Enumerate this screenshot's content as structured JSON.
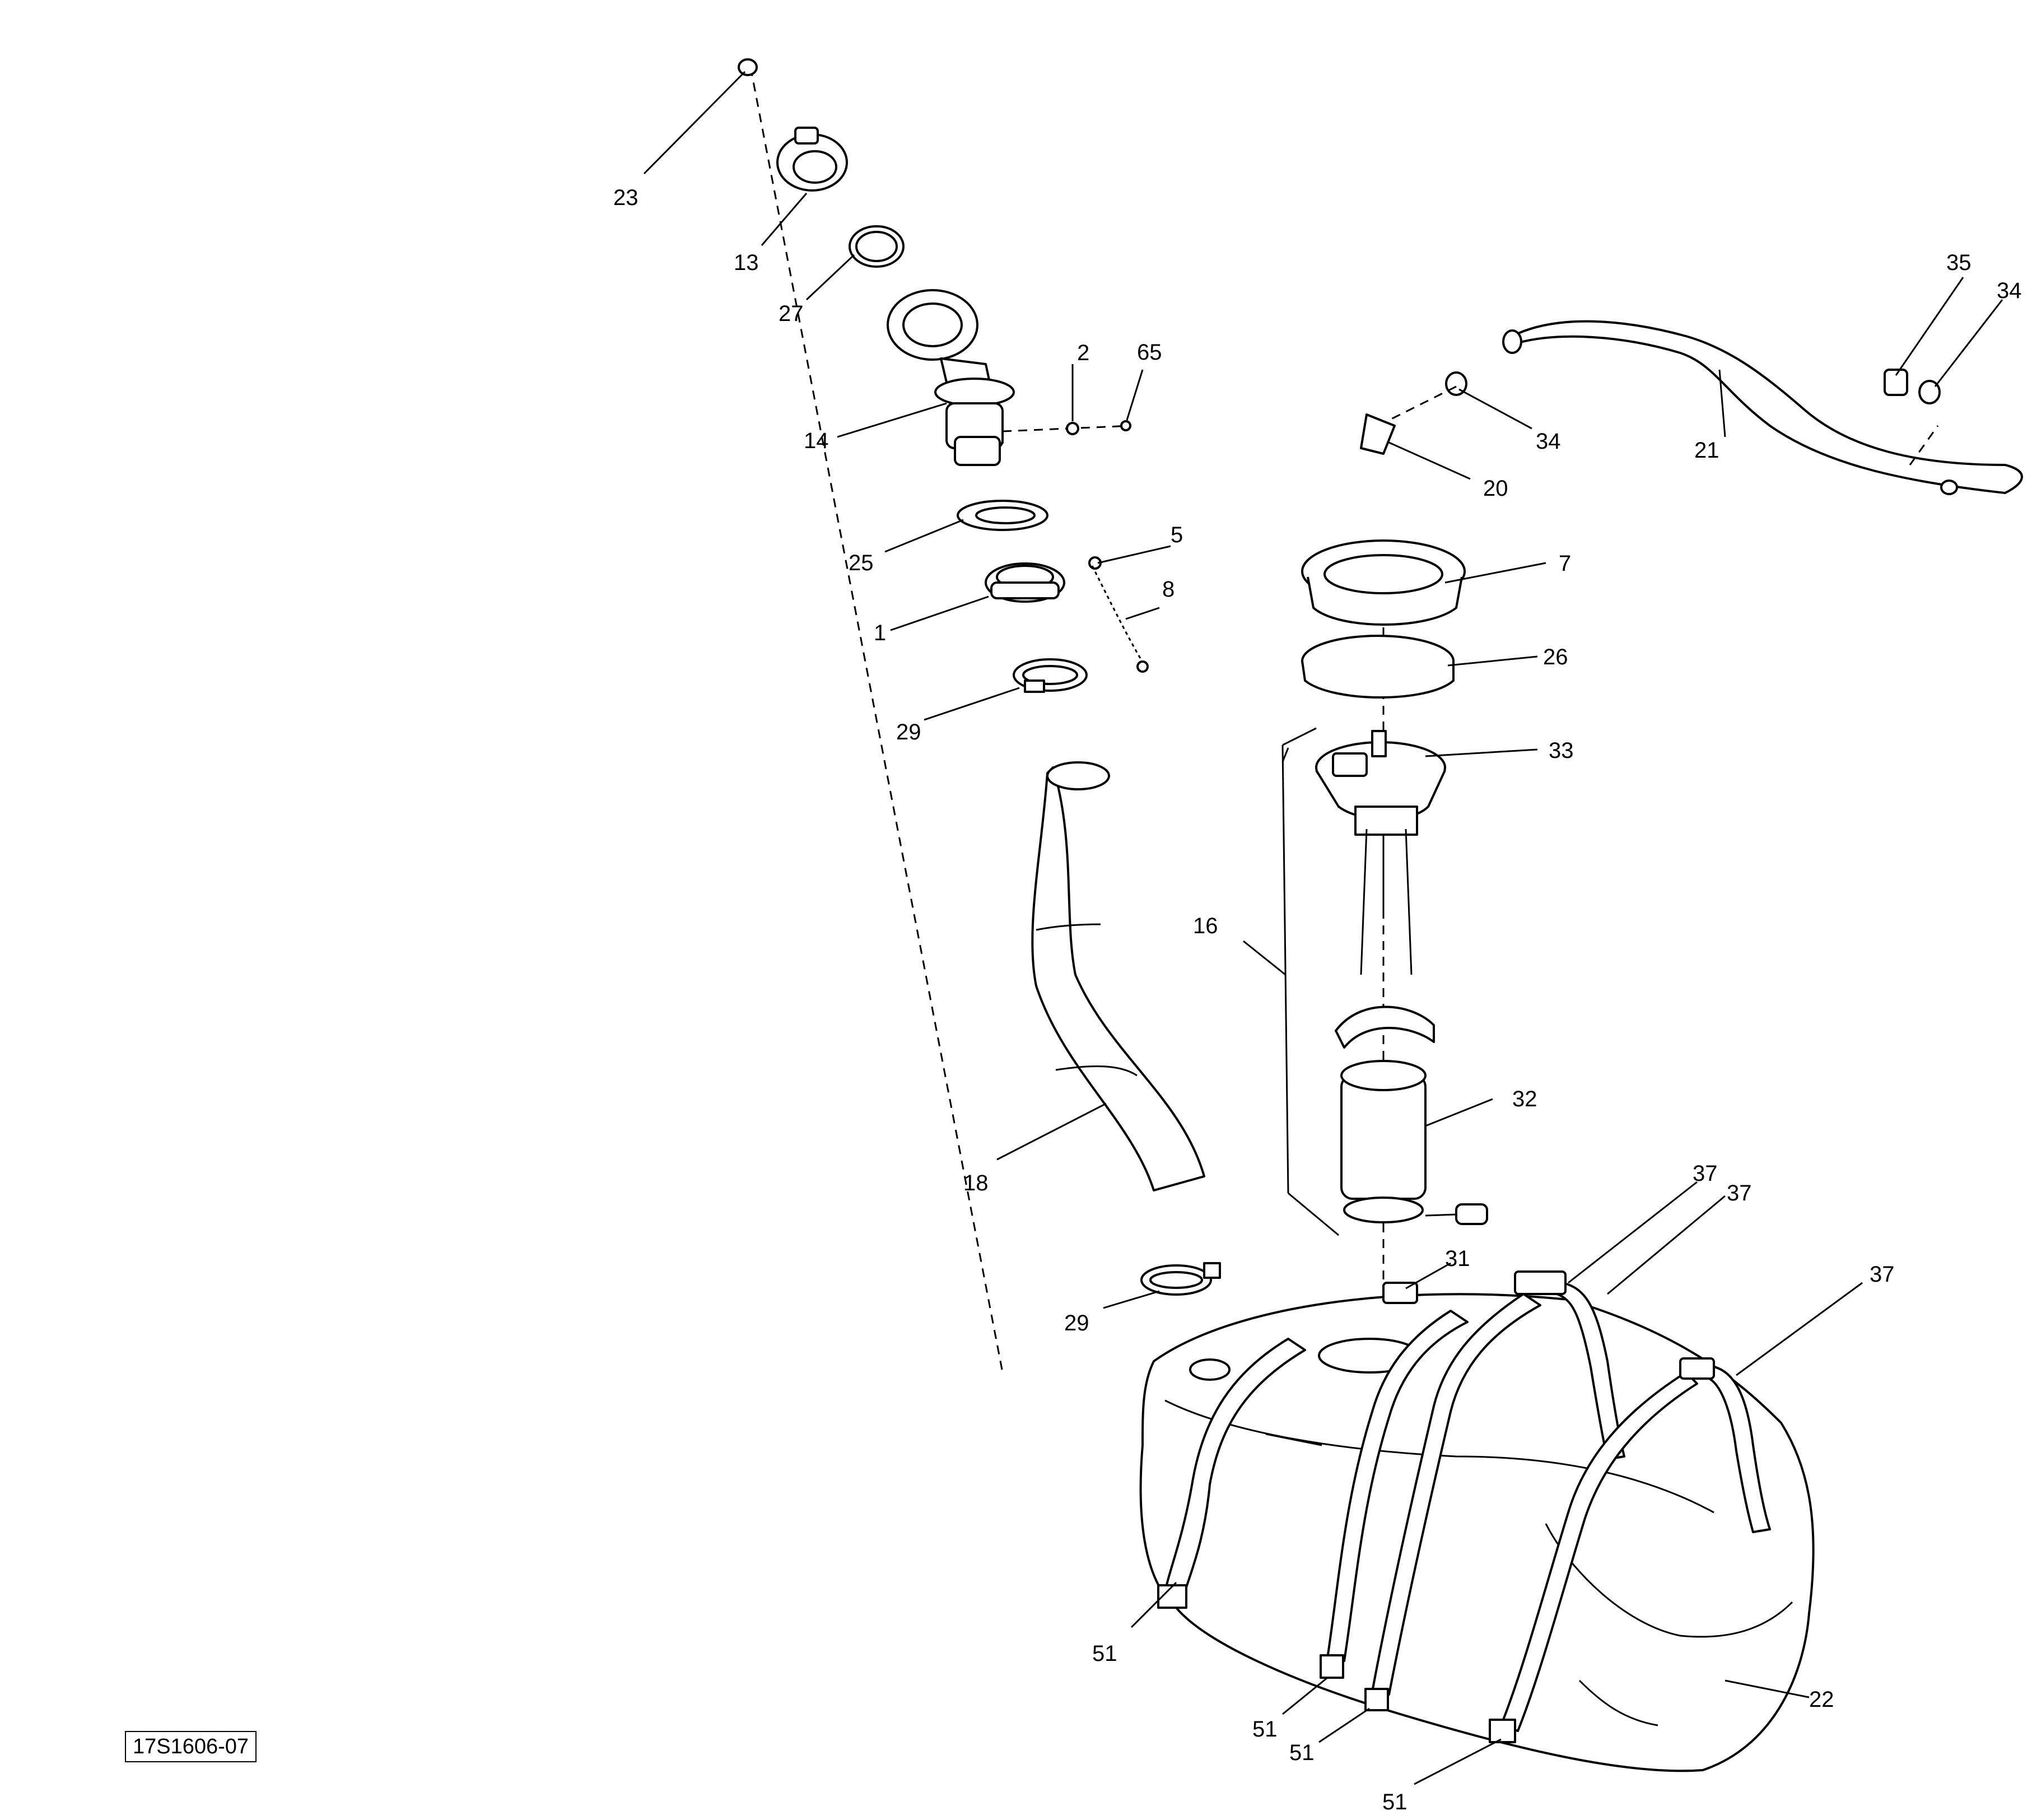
{
  "diagram": {
    "reference_code": "17S1606-07",
    "callouts": [
      {
        "id": "c23",
        "label": "23"
      },
      {
        "id": "c13",
        "label": "13"
      },
      {
        "id": "c27",
        "label": "27"
      },
      {
        "id": "c14",
        "label": "14"
      },
      {
        "id": "c2",
        "label": "2"
      },
      {
        "id": "c65",
        "label": "65"
      },
      {
        "id": "c25",
        "label": "25"
      },
      {
        "id": "c1",
        "label": "1"
      },
      {
        "id": "c5",
        "label": "5"
      },
      {
        "id": "c8",
        "label": "8"
      },
      {
        "id": "c29a",
        "label": "29"
      },
      {
        "id": "c18",
        "label": "18"
      },
      {
        "id": "c29b",
        "label": "29"
      },
      {
        "id": "c35",
        "label": "35"
      },
      {
        "id": "c34a",
        "label": "34"
      },
      {
        "id": "c34b",
        "label": "34"
      },
      {
        "id": "c21",
        "label": "21"
      },
      {
        "id": "c20",
        "label": "20"
      },
      {
        "id": "c7",
        "label": "7"
      },
      {
        "id": "c26",
        "label": "26"
      },
      {
        "id": "c33",
        "label": "33"
      },
      {
        "id": "c16",
        "label": "16"
      },
      {
        "id": "c32",
        "label": "32"
      },
      {
        "id": "c37a",
        "label": "37"
      },
      {
        "id": "c37b",
        "label": "37"
      },
      {
        "id": "c37c",
        "label": "37"
      },
      {
        "id": "c31",
        "label": "31"
      },
      {
        "id": "c51a",
        "label": "51"
      },
      {
        "id": "c51b",
        "label": "51"
      },
      {
        "id": "c51c",
        "label": "51"
      },
      {
        "id": "c51d",
        "label": "51"
      },
      {
        "id": "c22",
        "label": "22"
      }
    ]
  }
}
